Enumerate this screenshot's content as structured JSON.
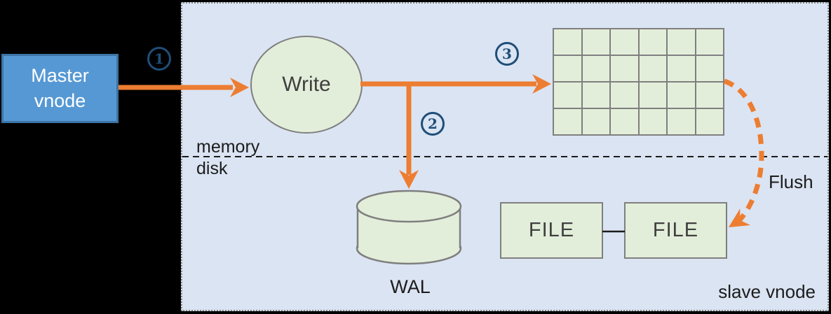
{
  "diagram": {
    "master_box": {
      "label": "Master vnode"
    },
    "write_node": {
      "label": "Write"
    },
    "steps": {
      "one": "1",
      "two": "2",
      "three": "3"
    },
    "labels": {
      "memory": "memory",
      "disk": "disk",
      "wal": "WAL",
      "flush": "Flush",
      "slave_vnode": "slave vnode"
    },
    "file_boxes": {
      "left": "FILE",
      "right": "FILE"
    },
    "memtable": {
      "rows": 4,
      "cols": 6
    },
    "colors": {
      "background": "#000000",
      "container_fill": "#DBE4F2",
      "node_green": "#E3EEDA",
      "node_border": "#7F7F7F",
      "accent_orange": "#ED7D31",
      "master_blue_fill": "#5598D4",
      "master_blue_border": "#3D74A6",
      "step_circle_blue": "#1F4E79"
    }
  }
}
